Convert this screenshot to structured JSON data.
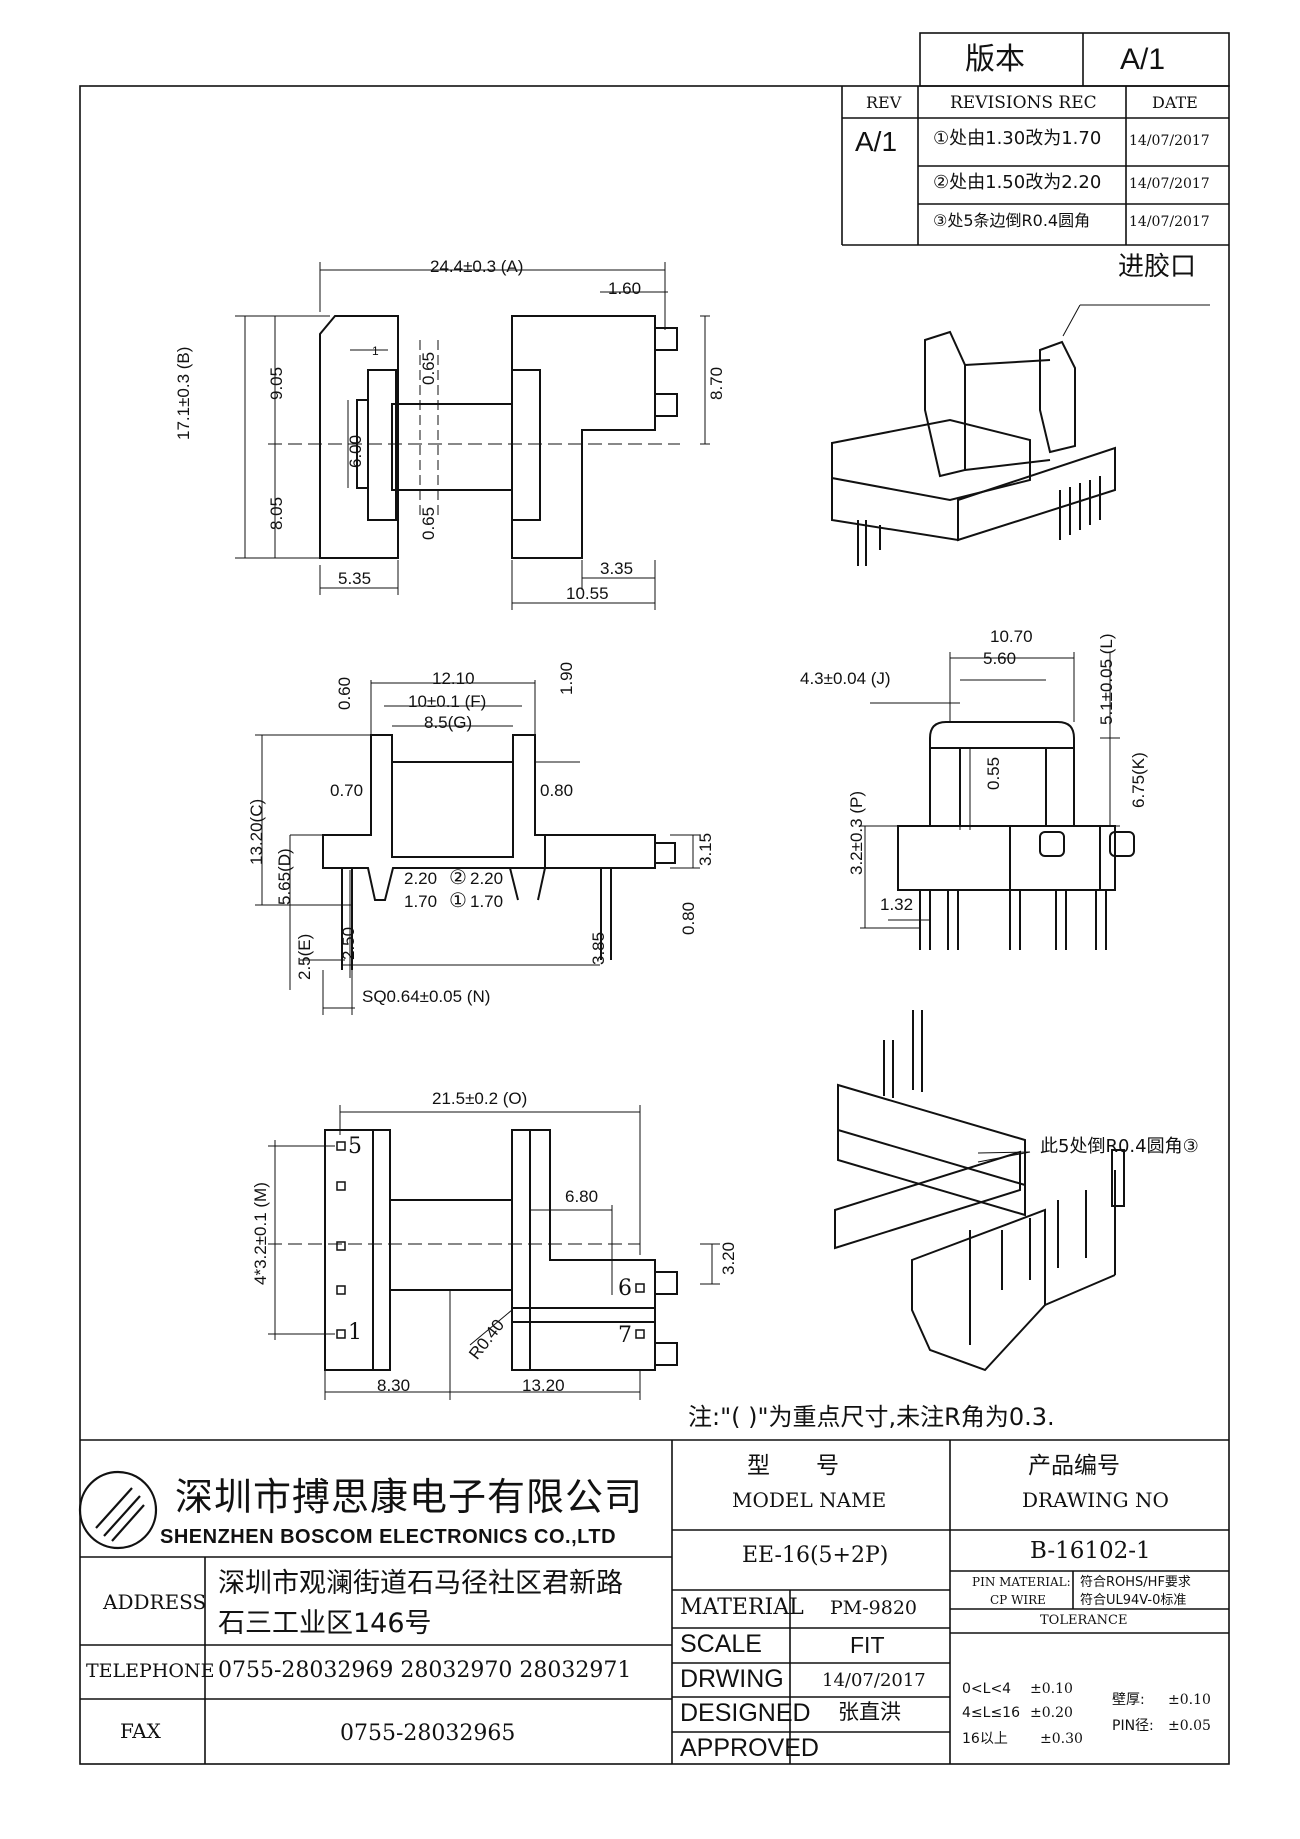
{
  "version_box": {
    "label": "版本",
    "value": "A/1"
  },
  "revisions": {
    "headers": {
      "rev": "REV",
      "rec": "REVISIONS REC",
      "date": "DATE"
    },
    "rev_value": "A/1",
    "rows": [
      {
        "text": "①处由1.30改为1.70",
        "date": "14/07/2017"
      },
      {
        "text": "②处由1.50改为2.20",
        "date": "14/07/2017"
      },
      {
        "text": "③处5条边倒R0.4圆角",
        "date": "14/07/2017"
      }
    ]
  },
  "views": {
    "top": {
      "overall_width": "24.4±0.3 (A)",
      "d_160": "1.60",
      "overall_height": "17.1±0.3 (B)",
      "d_905": "9.05",
      "d_805": "8.05",
      "d_1": "1",
      "d_065a": "0.65",
      "d_065b": "0.65",
      "d_600": "6.00",
      "d_870": "8.70",
      "d_535": "5.35",
      "d_335": "3.35",
      "d_1055": "10.55"
    },
    "front": {
      "d_1210": "12.10",
      "d_f": "10±0.1 (F)",
      "d_g": "8.5(G)",
      "d_060": "0.60",
      "d_190": "1.90",
      "d_070": "0.70",
      "d_080a": "0.80",
      "d_c": "13.20(C)",
      "d_d": "5.65(D)",
      "d_315": "3.15",
      "d_220a": "2.20",
      "mark2": "②",
      "d_220b": "2.20",
      "d_170a": "1.70",
      "mark1": "①",
      "d_170b": "1.70",
      "d_080b": "0.80",
      "d_385": "3.85",
      "d_e": "2.5(E)",
      "d_250": "2.50",
      "d_n": "SQ0.64±0.05 (N)"
    },
    "side": {
      "d_1070": "10.70",
      "d_j": "4.3±0.04 (J)",
      "d_560": "5.60",
      "d_l": "5.1±0.05 (L)",
      "d_055": "0.55",
      "d_k": "6.75(K)",
      "d_p": "3.2±0.3 (P)",
      "d_132": "1.32"
    },
    "bottom": {
      "d_o": "21.5±0.2 (O)",
      "d_m": "4*3.2±0.1 (M)",
      "d_680": "6.80",
      "d_320": "3.20",
      "r_040": "R0.40",
      "d_830": "8.30",
      "d_1320": "13.20",
      "pins": [
        "5",
        "1",
        "6",
        "7"
      ]
    },
    "iso1_label": "进胶口",
    "iso2_label": "此5处倒R0.4圆角③"
  },
  "note": "注:\"( )\"为重点尺寸,未注R角为0.3.",
  "title_block": {
    "company_cn": "深圳市搏思康电子有限公司",
    "company_en": "SHENZHEN BOSCOM ELECTRONICS CO.,LTD",
    "address_label": "ADDRESS",
    "address_line1": "深圳市观澜街道石马径社区君新路",
    "address_line2": "石三工业区146号",
    "telephone_label": "TELEPHONE",
    "telephone": "0755-28032969 28032970 28032971",
    "fax_label": "FAX",
    "fax": "0755-28032965",
    "model_label_cn": "型　　号",
    "model_label_en": "MODEL NAME",
    "model_value": "EE-16(5+2P)",
    "drawing_label_cn": "产品编号",
    "drawing_label_en": "DRAWING NO",
    "drawing_value": "B-16102-1",
    "material_label": "MATERIAL",
    "material_value": "PM-9820",
    "scale_label": "SCALE",
    "scale_value": "FIT",
    "drwing_label": "DRWING",
    "drwing_value": "14/07/2017",
    "designed_label": "DESIGNED",
    "designed_value": "张直洪",
    "approved_label": "APPROVED",
    "pin_material_label": "PIN MATERIAL:",
    "pin_material_value": "符合ROHS/HF要求",
    "cp_wire_label": "CP WIRE",
    "cp_wire_value": "符合UL94V-0标准",
    "tolerance_label": "TOLERANCE",
    "tol_rows": [
      {
        "range": "0<L<4",
        "value": "±0.10"
      },
      {
        "range": "4≤L≤16",
        "value": "±0.20"
      },
      {
        "range": "16以上",
        "value": "±0.30"
      }
    ],
    "wall_label": "壁厚:",
    "wall_value": "±0.10",
    "pin_dia_label": "PIN径:",
    "pin_dia_value": "±0.05"
  }
}
